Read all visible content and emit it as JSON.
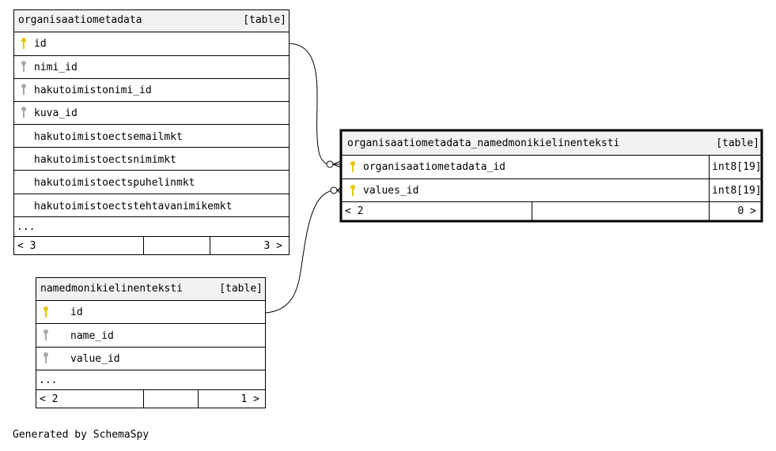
{
  "tables": [
    {
      "name": "organisaatiometadata",
      "type_label": "[table]",
      "columns": [
        {
          "name": "id",
          "key": "primary",
          "type": ""
        },
        {
          "name": "nimi_id",
          "key": "foreign",
          "type": ""
        },
        {
          "name": "hakutoimistonimi_id",
          "key": "foreign",
          "type": ""
        },
        {
          "name": "kuva_id",
          "key": "foreign",
          "type": ""
        },
        {
          "name": "hakutoimistoectsemailmkt",
          "key": "none",
          "type": ""
        },
        {
          "name": "hakutoimistoectsnimimkt",
          "key": "none",
          "type": ""
        },
        {
          "name": "hakutoimistoectspuhelinmkt",
          "key": "none",
          "type": ""
        },
        {
          "name": "hakutoimistoectstehtavanimikemkt",
          "key": "none",
          "type": ""
        }
      ],
      "ellipsis": "...",
      "footer_left": "< 3",
      "footer_right": "3 >"
    },
    {
      "name": "organisaatiometadata_namedmonikielinenteksti",
      "type_label": "[table]",
      "columns": [
        {
          "name": "organisaatiometadata_id",
          "key": "primary",
          "type": "int8[19]"
        },
        {
          "name": "values_id",
          "key": "primary",
          "type": "int8[19]"
        }
      ],
      "ellipsis": "",
      "footer_left": "< 2",
      "footer_right": "0 >"
    },
    {
      "name": "namedmonikielinenteksti",
      "type_label": "[table]",
      "columns": [
        {
          "name": "id",
          "key": "primary",
          "type": ""
        },
        {
          "name": "name_id",
          "key": "foreign",
          "type": ""
        },
        {
          "name": "value_id",
          "key": "foreign",
          "type": ""
        }
      ],
      "ellipsis": "...",
      "footer_left": "< 2",
      "footer_right": "1 >"
    }
  ],
  "colors": {
    "primary_key": "#e6c700",
    "foreign_key": "#a8a8a8",
    "header_bg": "#f2f2f2",
    "border": "#000000"
  },
  "credit": "Generated by SchemaSpy"
}
